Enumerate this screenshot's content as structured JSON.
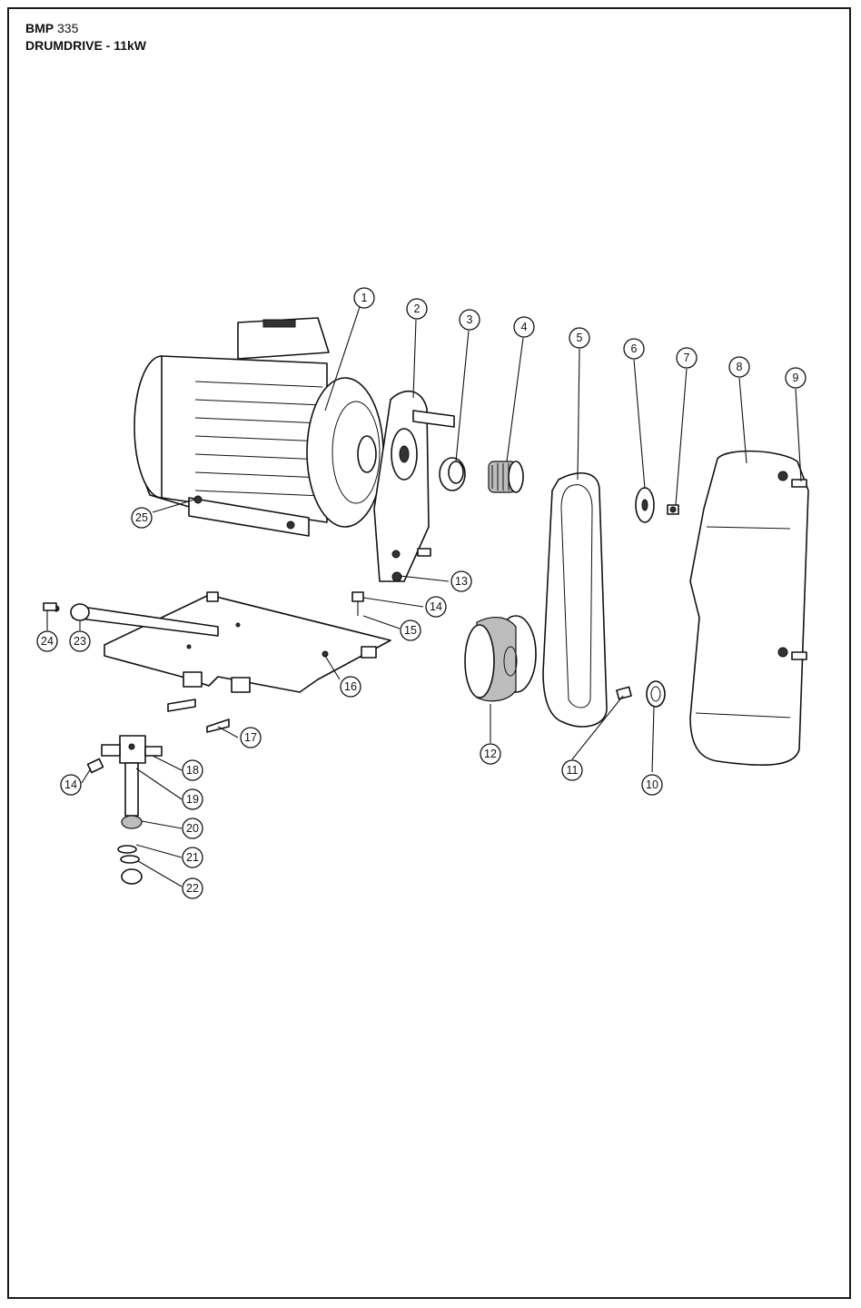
{
  "header": {
    "model_bold": "BMP",
    "model_number": "335",
    "subtitle": "DRUMDRIVE - 11kW"
  },
  "callouts": [
    {
      "n": "1"
    },
    {
      "n": "2"
    },
    {
      "n": "3"
    },
    {
      "n": "4"
    },
    {
      "n": "5"
    },
    {
      "n": "6"
    },
    {
      "n": "7"
    },
    {
      "n": "8"
    },
    {
      "n": "9"
    },
    {
      "n": "10"
    },
    {
      "n": "11"
    },
    {
      "n": "12"
    },
    {
      "n": "13"
    },
    {
      "n": "14"
    },
    {
      "n": "15"
    },
    {
      "n": "16"
    },
    {
      "n": "17"
    },
    {
      "n": "18"
    },
    {
      "n": "19"
    },
    {
      "n": "20"
    },
    {
      "n": "21"
    },
    {
      "n": "22"
    },
    {
      "n": "23"
    },
    {
      "n": "24"
    },
    {
      "n": "25"
    },
    {
      "n": "14"
    }
  ],
  "parts": [
    {
      "id": "motor",
      "label": "electric motor"
    },
    {
      "id": "flange",
      "label": "motor flange plate"
    },
    {
      "id": "bushing",
      "label": "taper bushing"
    },
    {
      "id": "small-pulley",
      "label": "small toothed pulley"
    },
    {
      "id": "belt",
      "label": "drive belt"
    },
    {
      "id": "washer",
      "label": "washer"
    },
    {
      "id": "bolt",
      "label": "bolt"
    },
    {
      "id": "belt-guard",
      "label": "belt guard cover"
    },
    {
      "id": "large-pulley",
      "label": "large toothed pulley"
    },
    {
      "id": "base-plate",
      "label": "motor base plate"
    },
    {
      "id": "tensioner",
      "label": "tensioner spindle"
    }
  ]
}
